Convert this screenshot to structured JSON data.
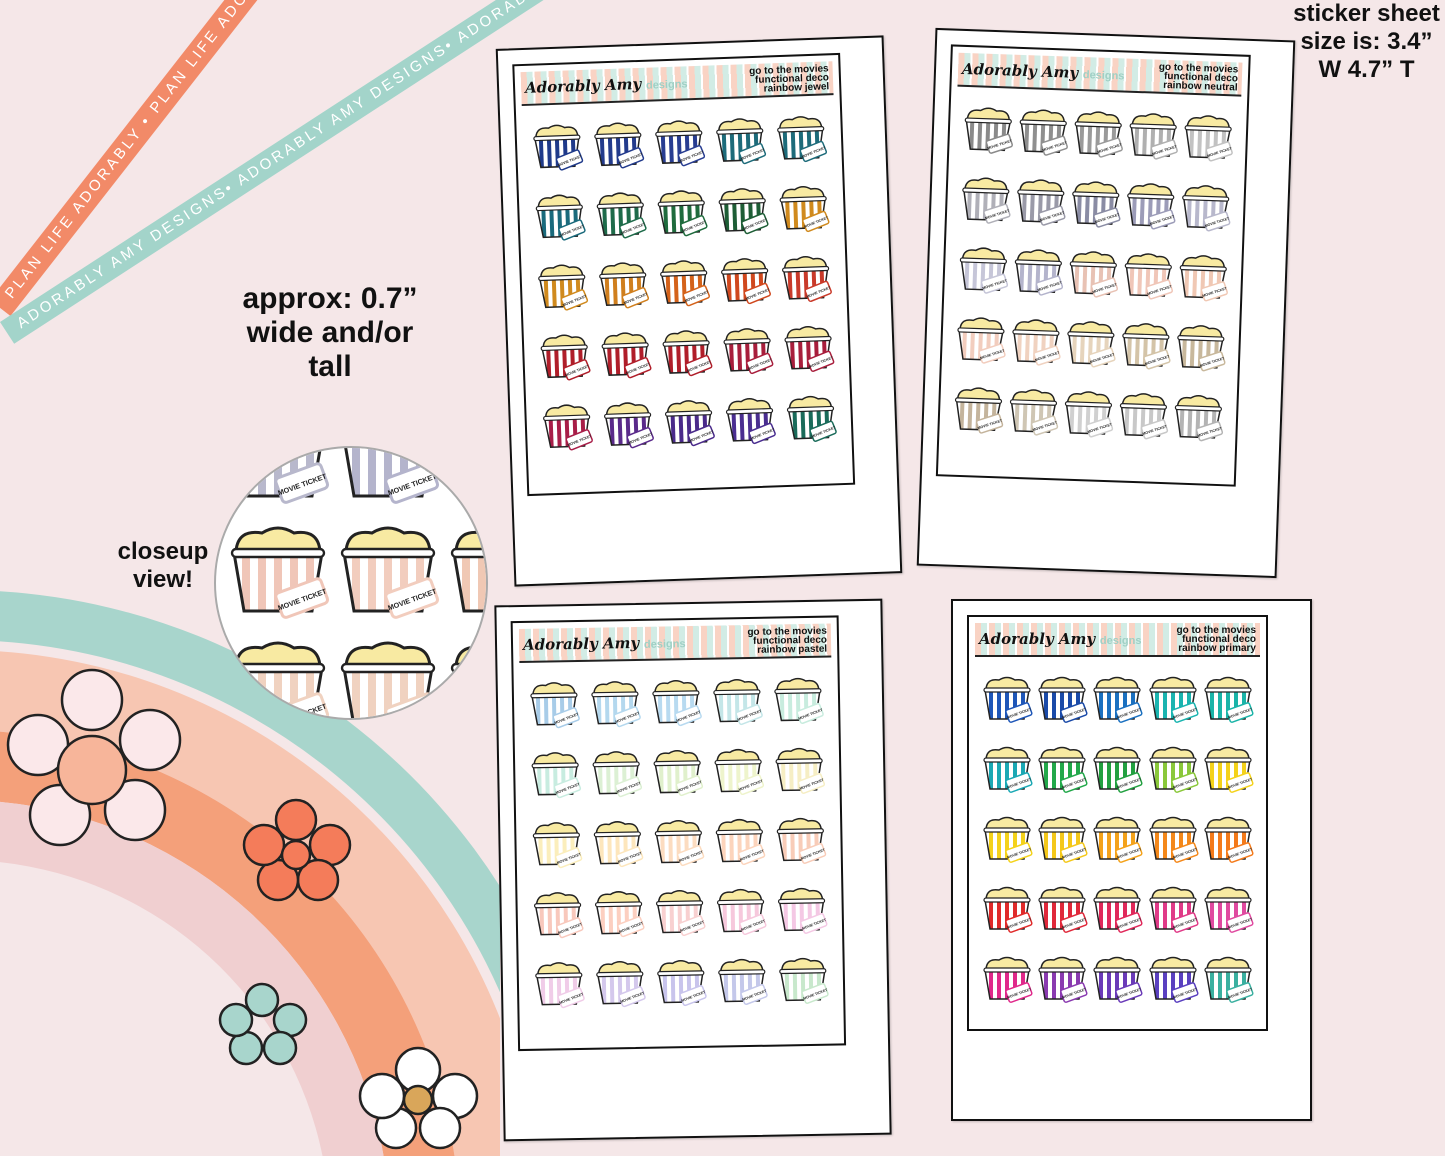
{
  "ribbons": {
    "orange": "PLAN LIFE ADORABLY • PLAN LIFE ADORABLY • PLAN LIFE ADORABLY •",
    "teal": "ADORABLY AMY DESIGNS• ADORABLY AMY DESIGNS• ADORABLY AMY DESIGNS•"
  },
  "approx_label": "approx: 0.7” wide and/or tall",
  "closeup_label": "closeup view!",
  "size_label": "sticker sheet size is: 3.4” W 4.7” T",
  "brand": {
    "logo": "Adorably Amy",
    "logo_sub": "designs"
  },
  "colors": {
    "background": "#f5e7e8",
    "popcorn": "#f8eaa2",
    "ribbon_orange": "#f28a68",
    "ribbon_teal": "#a3d4ca"
  },
  "sheets": [
    {
      "title": "go to the movies functional deco rainbow jewel",
      "colors": [
        "#1f3a8a",
        "#233b8c",
        "#283d91",
        "#1d6b7a",
        "#1d6b7a",
        "#1a6a7c",
        "#1e6b4a",
        "#1f6b3d",
        "#1e5e36",
        "#d08a1e",
        "#d08a1e",
        "#d07f1e",
        "#d4621a",
        "#d0481e",
        "#c93a2a",
        "#b01e2a",
        "#b01e2a",
        "#b01e2a",
        "#a81e3c",
        "#a81e3c",
        "#a81e48",
        "#5a2a8a",
        "#4a2a8a",
        "#4a2e90",
        "#1a6b5a"
      ]
    },
    {
      "title": "go to the movies functional deco rainbow neutral",
      "colors": [
        "#8a8a8a",
        "#8f8f8f",
        "#9a9a9a",
        "#b0b0b0",
        "#c2c2c2",
        "#b0b0b8",
        "#9a9aa8",
        "#8a8ca4",
        "#9c9cb8",
        "#b8b8cc",
        "#c6c6d8",
        "#b4b4cc",
        "#e8c2b4",
        "#f0c6b8",
        "#f0c8b4",
        "#f2cdbe",
        "#f0d2c0",
        "#e6d4bc",
        "#d4c4a8",
        "#c8b89c",
        "#c4b49c",
        "#cfc6b4",
        "#d0d0d0",
        "#c8c8c8",
        "#b4b4b4"
      ]
    },
    {
      "title": "go to the movies functional deco rainbow pastel",
      "colors": [
        "#a8cce8",
        "#b4d8ee",
        "#b8daf0",
        "#c4e6e8",
        "#c8ecde",
        "#c8ece0",
        "#dcf0d4",
        "#e0f0cc",
        "#eef4cc",
        "#f6eec4",
        "#fbeebc",
        "#fde6bc",
        "#fcdcc0",
        "#fcd4bc",
        "#f8ccb8",
        "#f8c8bc",
        "#fccfc0",
        "#f8d0d0",
        "#f6c8dc",
        "#f4c8e4",
        "#f0cce8",
        "#d4c8ec",
        "#c8c4ec",
        "#c4c8ea",
        "#c8e8cc"
      ]
    },
    {
      "title": "go to the movies functional deco rainbow primary",
      "colors": [
        "#1e56b8",
        "#1a4aa8",
        "#1a70c0",
        "#1ab4b0",
        "#1ab4a8",
        "#1aa8b4",
        "#22a84a",
        "#22a040",
        "#8ac83a",
        "#f4d21a",
        "#f4d21a",
        "#f4c81a",
        "#f4a21a",
        "#f4881a",
        "#f47a1a",
        "#e02a2a",
        "#e0283a",
        "#e0285a",
        "#e03a88",
        "#e04aa0",
        "#e0288a",
        "#8a3ab0",
        "#6a3ab8",
        "#5a40c0",
        "#3ab0a0"
      ]
    }
  ],
  "ticket_text": "MOVIE TICKET"
}
